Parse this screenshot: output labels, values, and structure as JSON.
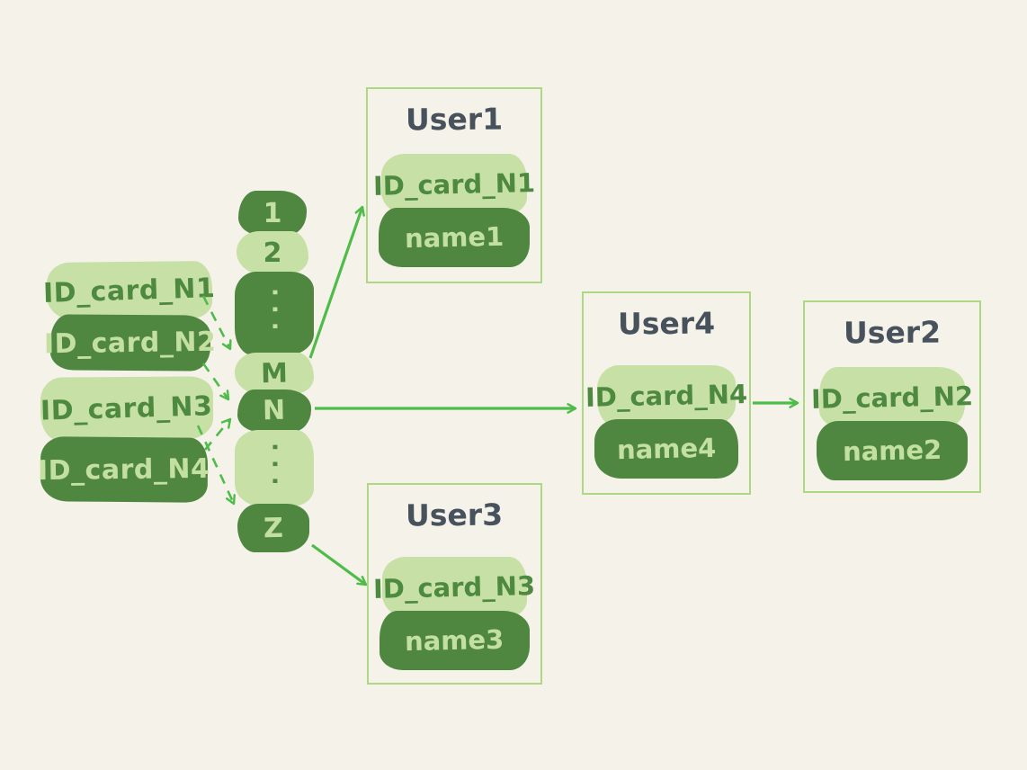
{
  "diagram": {
    "background": "#f4f2e9",
    "colors": {
      "bg": "#f4f2e9",
      "light_green": "#c7e0a5",
      "dark_green": "#4f8740",
      "text_on_light": "#4d8a3f",
      "text_on_dark": "#c3e0a0",
      "title_text": "#47525c",
      "box_border": "#aed884",
      "arrow": "#4fbc4a"
    },
    "id_cards": [
      {
        "label": "ID_card_N1",
        "variant": "light"
      },
      {
        "label": "ID_card_N2",
        "variant": "dark"
      },
      {
        "label": "ID_card_N3",
        "variant": "light"
      },
      {
        "label": "ID_card_N4",
        "variant": "dark"
      }
    ],
    "hash_buckets": [
      {
        "label": "1",
        "variant": "dark"
      },
      {
        "label": "2",
        "variant": "light"
      },
      {
        "label": "···",
        "variant": "dark",
        "ellipsis": true
      },
      {
        "label": "M",
        "variant": "light"
      },
      {
        "label": "N",
        "variant": "dark"
      },
      {
        "label": "···",
        "variant": "light",
        "ellipsis": true
      },
      {
        "label": "Z",
        "variant": "dark"
      }
    ],
    "users": [
      {
        "title": "User1",
        "id_card": "ID_card_N1",
        "name": "name1"
      },
      {
        "title": "User4",
        "id_card": "ID_card_N4",
        "name": "name4"
      },
      {
        "title": "User2",
        "id_card": "ID_card_N2",
        "name": "name2"
      },
      {
        "title": "User3",
        "id_card": "ID_card_N3",
        "name": "name3"
      }
    ],
    "connections": [
      {
        "from": "ID_card_N1",
        "to": "bucket-M",
        "style": "dashed"
      },
      {
        "from": "ID_card_N2",
        "to": "bucket-N",
        "style": "dashed"
      },
      {
        "from": "ID_card_N3",
        "to": "bucket-Z",
        "style": "dashed"
      },
      {
        "from": "ID_card_N4",
        "to": "bucket-N",
        "style": "dashed"
      },
      {
        "from": "bucket-M",
        "to": "User1",
        "style": "solid"
      },
      {
        "from": "bucket-N",
        "to": "User4",
        "style": "solid"
      },
      {
        "from": "bucket-Z",
        "to": "User3",
        "style": "solid"
      },
      {
        "from": "User4",
        "to": "User2",
        "style": "solid"
      }
    ]
  }
}
